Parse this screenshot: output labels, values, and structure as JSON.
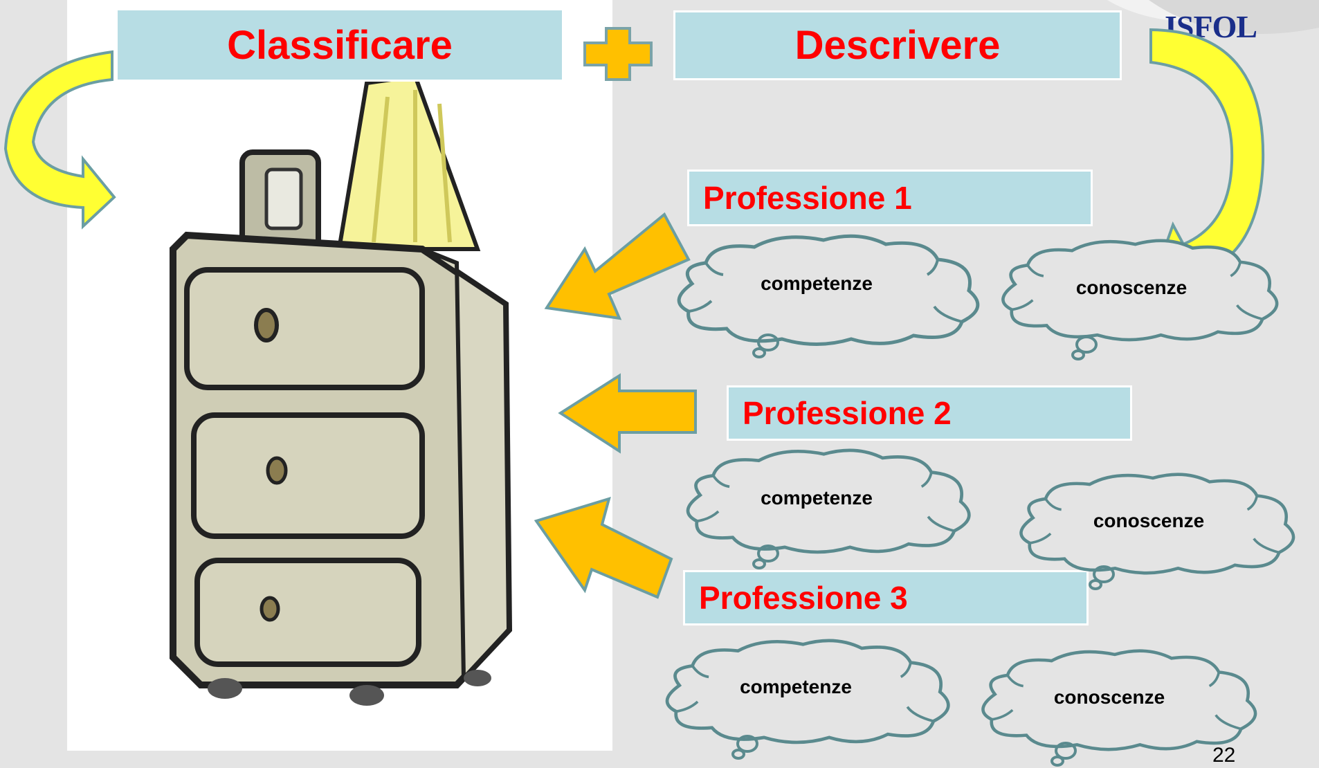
{
  "header": {
    "classify_title": "Classificare",
    "describe_title": "Descrivere",
    "logo_text": "ISFOL"
  },
  "professions": [
    {
      "title": "Professione 1",
      "cloud_left": "competenze",
      "cloud_right": "conoscenze"
    },
    {
      "title": "Professione 2",
      "cloud_left": "competenze",
      "cloud_right": "conoscenze"
    },
    {
      "title": "Professione 3",
      "cloud_left": "competenze",
      "cloud_right": "conoscenze"
    }
  ],
  "footer": {
    "page_number": "22"
  },
  "colors": {
    "background": "#e4e4e4",
    "title_box": "#b7dde4",
    "title_text": "#ff0000",
    "arrow_orange": "#ffc000",
    "arrow_yellow": "#ffff33",
    "cloud_outline": "#5a8a8e",
    "logo": "#1a2e8a"
  },
  "icons": [
    "plus-icon",
    "curved-arrow-icon",
    "block-arrow-icon",
    "thought-cloud-icon",
    "filing-cabinet-image"
  ]
}
